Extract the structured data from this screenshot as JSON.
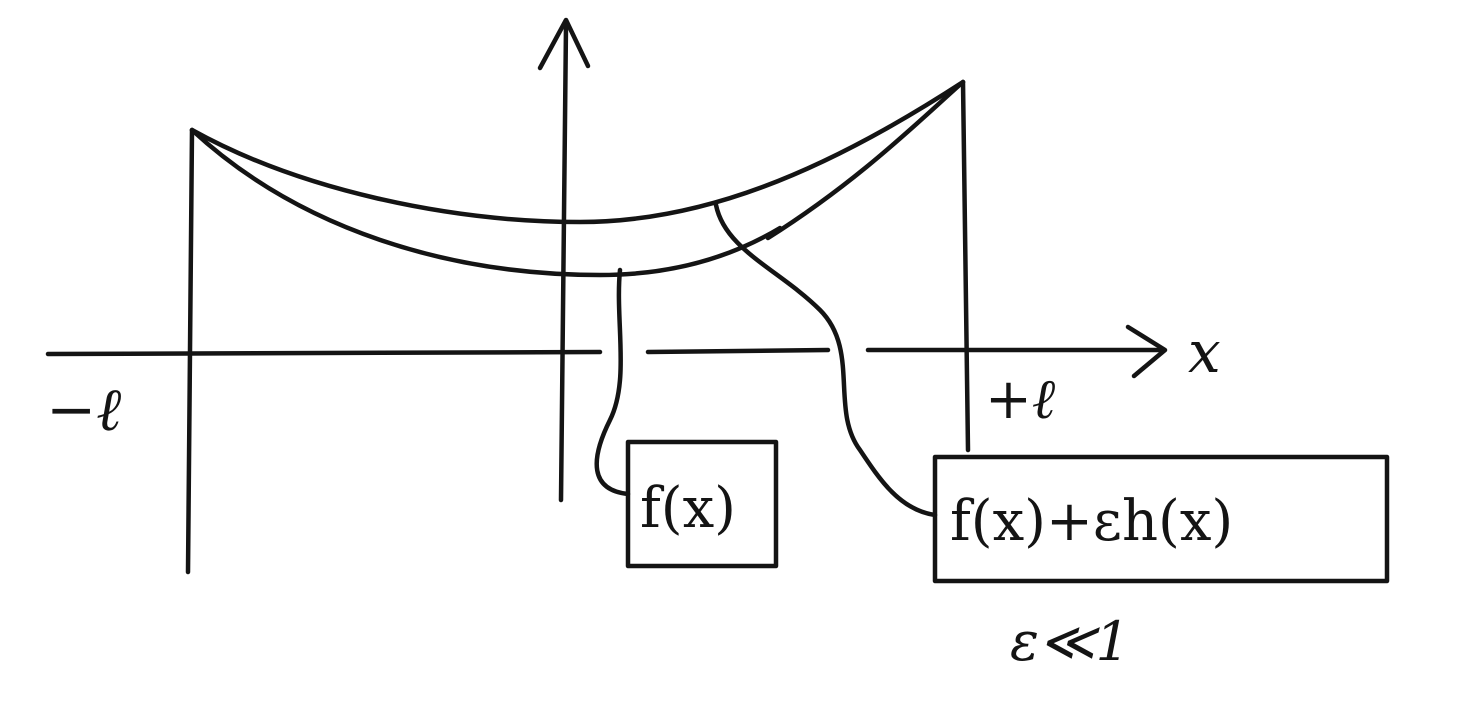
{
  "diagram": {
    "axis_x_label": "x",
    "label_left": "−ℓ",
    "label_right": "+ℓ",
    "box_f": "f(x)",
    "box_perturbed": "f(x)+εh(x)",
    "condition": "ε≪1"
  }
}
